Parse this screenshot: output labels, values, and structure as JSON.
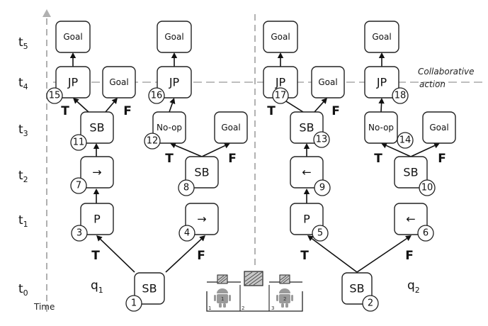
{
  "time_axis": {
    "title": "Time",
    "ticks": [
      {
        "main": "t",
        "sub": "5"
      },
      {
        "main": "t",
        "sub": "4"
      },
      {
        "main": "t",
        "sub": "3"
      },
      {
        "main": "t",
        "sub": "2"
      },
      {
        "main": "t",
        "sub": "1"
      },
      {
        "main": "t",
        "sub": "0"
      }
    ]
  },
  "agents": {
    "q1": {
      "main": "q",
      "sub": "1"
    },
    "q2": {
      "main": "q",
      "sub": "2"
    }
  },
  "collaborative_label": [
    "Collaborative",
    "action"
  ],
  "branch_labels": {
    "true": "T",
    "false": "F"
  },
  "nodes": {
    "n1": {
      "label": "SB",
      "badge": "1"
    },
    "n2": {
      "label": "SB",
      "badge": "2"
    },
    "n3": {
      "label": "P",
      "badge": "3"
    },
    "n4": {
      "label": "→",
      "badge": "4"
    },
    "n5": {
      "label": "P",
      "badge": "5"
    },
    "n6": {
      "label": "←",
      "badge": "6"
    },
    "n7": {
      "label": "→",
      "badge": "7"
    },
    "n8": {
      "label": "SB",
      "badge": "8"
    },
    "n9": {
      "label": "←",
      "badge": "9"
    },
    "n10": {
      "label": "SB",
      "badge": "10"
    },
    "n11": {
      "label": "SB",
      "badge": "11"
    },
    "n12": {
      "label": "No-op",
      "badge": "12"
    },
    "n13": {
      "label": "SB",
      "badge": "13"
    },
    "n14": {
      "label": "No-op",
      "badge": "14"
    },
    "n15": {
      "label": "JP",
      "badge": "15"
    },
    "n16": {
      "label": "JP",
      "badge": "16"
    },
    "n17": {
      "label": "JP",
      "badge": "17"
    },
    "n18": {
      "label": "JP",
      "badge": "18"
    },
    "g_a": {
      "label": "Goal"
    },
    "g_b": {
      "label": "Goal"
    },
    "g_c": {
      "label": "Goal"
    },
    "g_d": {
      "label": "Goal"
    },
    "g_e": {
      "label": "Goal"
    },
    "g_f": {
      "label": "Goal"
    },
    "g_g": {
      "label": "Goal"
    },
    "g_h": {
      "label": "Goal"
    }
  },
  "grid_world": {
    "cells": [
      "1",
      "2",
      "3"
    ],
    "robots": [
      "1",
      "2"
    ]
  },
  "colors": {
    "line": "#111111",
    "dashed": "#aaaaaa",
    "box_fill": "#c0c0c0",
    "robot": "#9a9a9a"
  }
}
